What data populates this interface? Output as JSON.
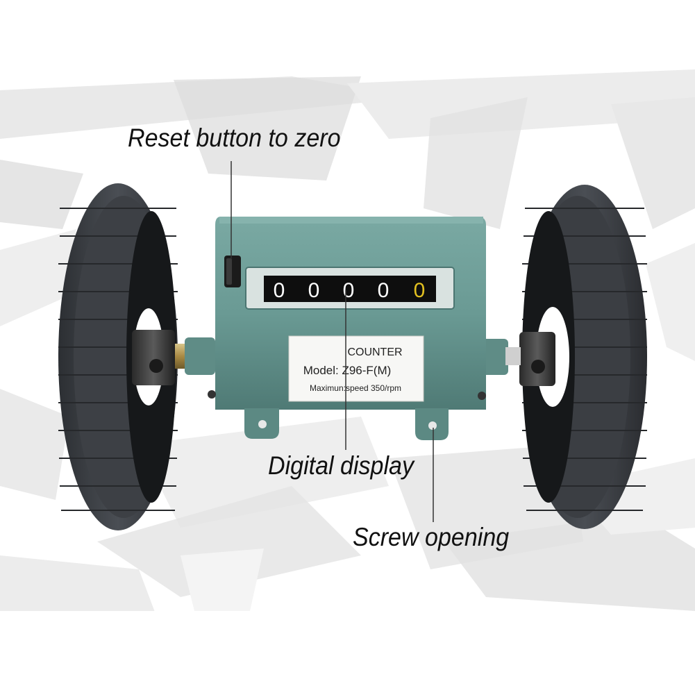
{
  "callouts": {
    "reset": "Reset button to zero",
    "display": "Digital display",
    "screw": "Screw opening"
  },
  "label_plate": {
    "title": "COUNTER",
    "model": "Model: Z96-F(M)",
    "speed": "Maximun:speed  350/rpm"
  },
  "display_digits": [
    "0",
    "0",
    "0",
    "0",
    "0"
  ],
  "colors": {
    "housing": "#6a9a94",
    "housing_shadow": "#4f7a75",
    "wheel": "#3a3d42",
    "wheel_dark": "#1f2124",
    "last_digit": "#e2c020",
    "background": "#ffffff"
  }
}
